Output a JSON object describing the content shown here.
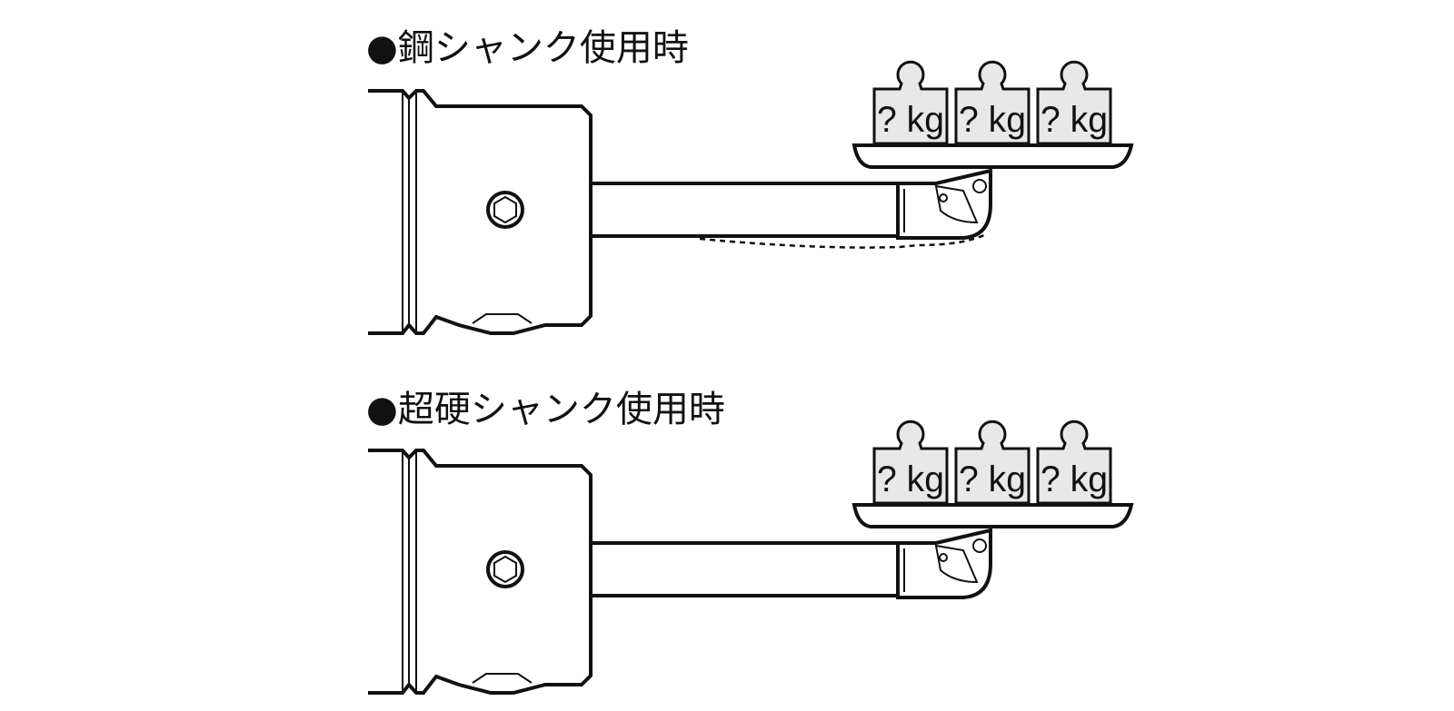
{
  "diagrams": [
    {
      "title": "●鋼シャンク使用時",
      "shank_color": "#ffffff",
      "deflection": true,
      "weights": [
        "? kg",
        "? kg",
        "? kg"
      ]
    },
    {
      "title": "●超硬シャンク使用時",
      "shank_color": "#9dcdee",
      "deflection": false,
      "weights": [
        "? kg",
        "? kg",
        "? kg"
      ]
    }
  ],
  "colors": {
    "outline": "#111111",
    "weight_fill": "#e8e8e8",
    "holder_fill": "#ffffff"
  },
  "icons": {
    "bolt": "hex-socket-bolt-icon",
    "insert": "cutting-insert-icon"
  }
}
